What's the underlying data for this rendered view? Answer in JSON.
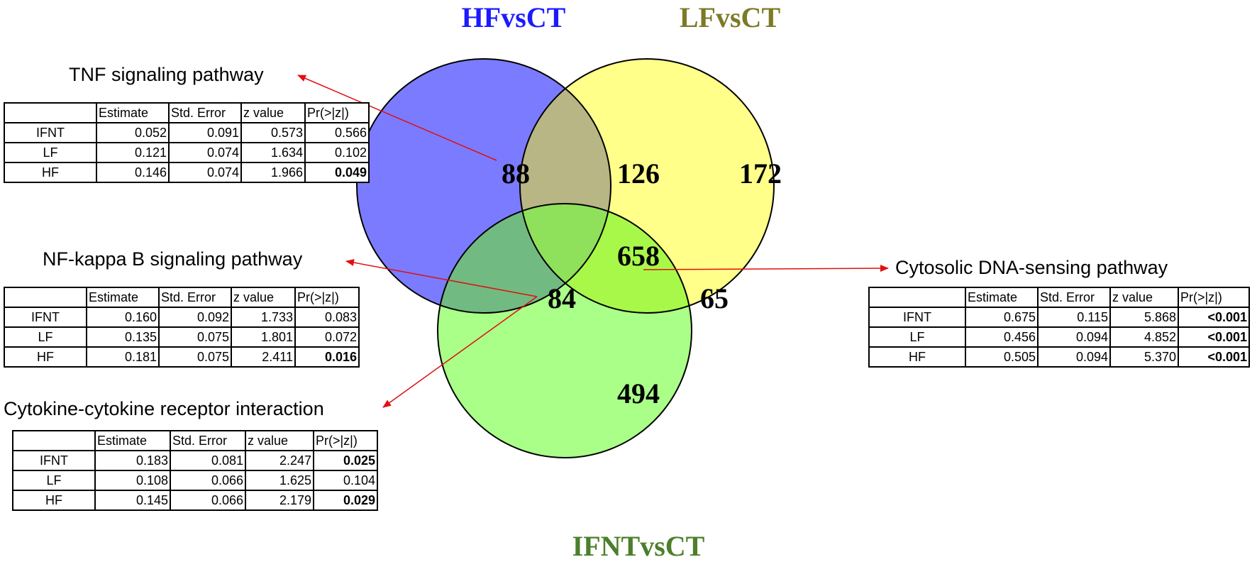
{
  "sets": {
    "hf": {
      "label": "HFvsCT",
      "color": "#1a1aff",
      "fill": "#7b7bff"
    },
    "lf": {
      "label": "LFvsCT",
      "color": "#7d7a28",
      "fill": "#ffff8a"
    },
    "ifnt": {
      "label": "IFNTvsCT",
      "color": "#4c7f2a",
      "fill": "#aaff88"
    }
  },
  "regions": {
    "hf_only": "88",
    "hf_lf": "126",
    "lf_only": "172",
    "all_three": "658",
    "hf_ifnt": "84",
    "lf_ifnt": "65",
    "ifnt_only": "494"
  },
  "region_colors": {
    "hf_lf": "#b9b686",
    "hf_ifnt": "#71bb83",
    "lf_ifnt": "#a8f84a",
    "all_three": "#8fe05a"
  },
  "arrow_color": "#e01010",
  "tables": {
    "columns": [
      "",
      "Estimate",
      "Std. Error",
      "z value",
      "Pr(>|z|)"
    ],
    "tnf": {
      "title": "TNF signaling pathway",
      "rows": [
        {
          "name": "IFNT",
          "estimate": "0.052",
          "se": "0.091",
          "z": "0.573",
          "p": "0.566"
        },
        {
          "name": "LF",
          "estimate": "0.121",
          "se": "0.074",
          "z": "1.634",
          "p": "0.102"
        },
        {
          "name": "HF",
          "estimate": "0.146",
          "se": "0.074",
          "z": "1.966",
          "p": "0.049"
        }
      ]
    },
    "nfkb": {
      "title": "NF-kappa B signaling pathway",
      "rows": [
        {
          "name": "IFNT",
          "estimate": "0.160",
          "se": "0.092",
          "z": "1.733",
          "p": "0.083"
        },
        {
          "name": "LF",
          "estimate": "0.135",
          "se": "0.075",
          "z": "1.801",
          "p": "0.072"
        },
        {
          "name": "HF",
          "estimate": "0.181",
          "se": "0.075",
          "z": "2.411",
          "p": "0.016"
        }
      ]
    },
    "cytokine": {
      "title": "Cytokine-cytokine receptor interaction",
      "rows": [
        {
          "name": "IFNT",
          "estimate": "0.183",
          "se": "0.081",
          "z": "2.247",
          "p": "0.025"
        },
        {
          "name": "LF",
          "estimate": "0.108",
          "se": "0.066",
          "z": "1.625",
          "p": "0.104"
        },
        {
          "name": "HF",
          "estimate": "0.145",
          "se": "0.066",
          "z": "2.179",
          "p": "0.029"
        }
      ]
    },
    "dna": {
      "title": "Cytosolic DNA-sensing pathway",
      "rows": [
        {
          "name": "IFNT",
          "estimate": "0.675",
          "se": "0.115",
          "z": "5.868",
          "p": "<0.001"
        },
        {
          "name": "LF",
          "estimate": "0.456",
          "se": "0.094",
          "z": "4.852",
          "p": "<0.001"
        },
        {
          "name": "HF",
          "estimate": "0.505",
          "se": "0.094",
          "z": "5.370",
          "p": "<0.001"
        }
      ]
    }
  }
}
